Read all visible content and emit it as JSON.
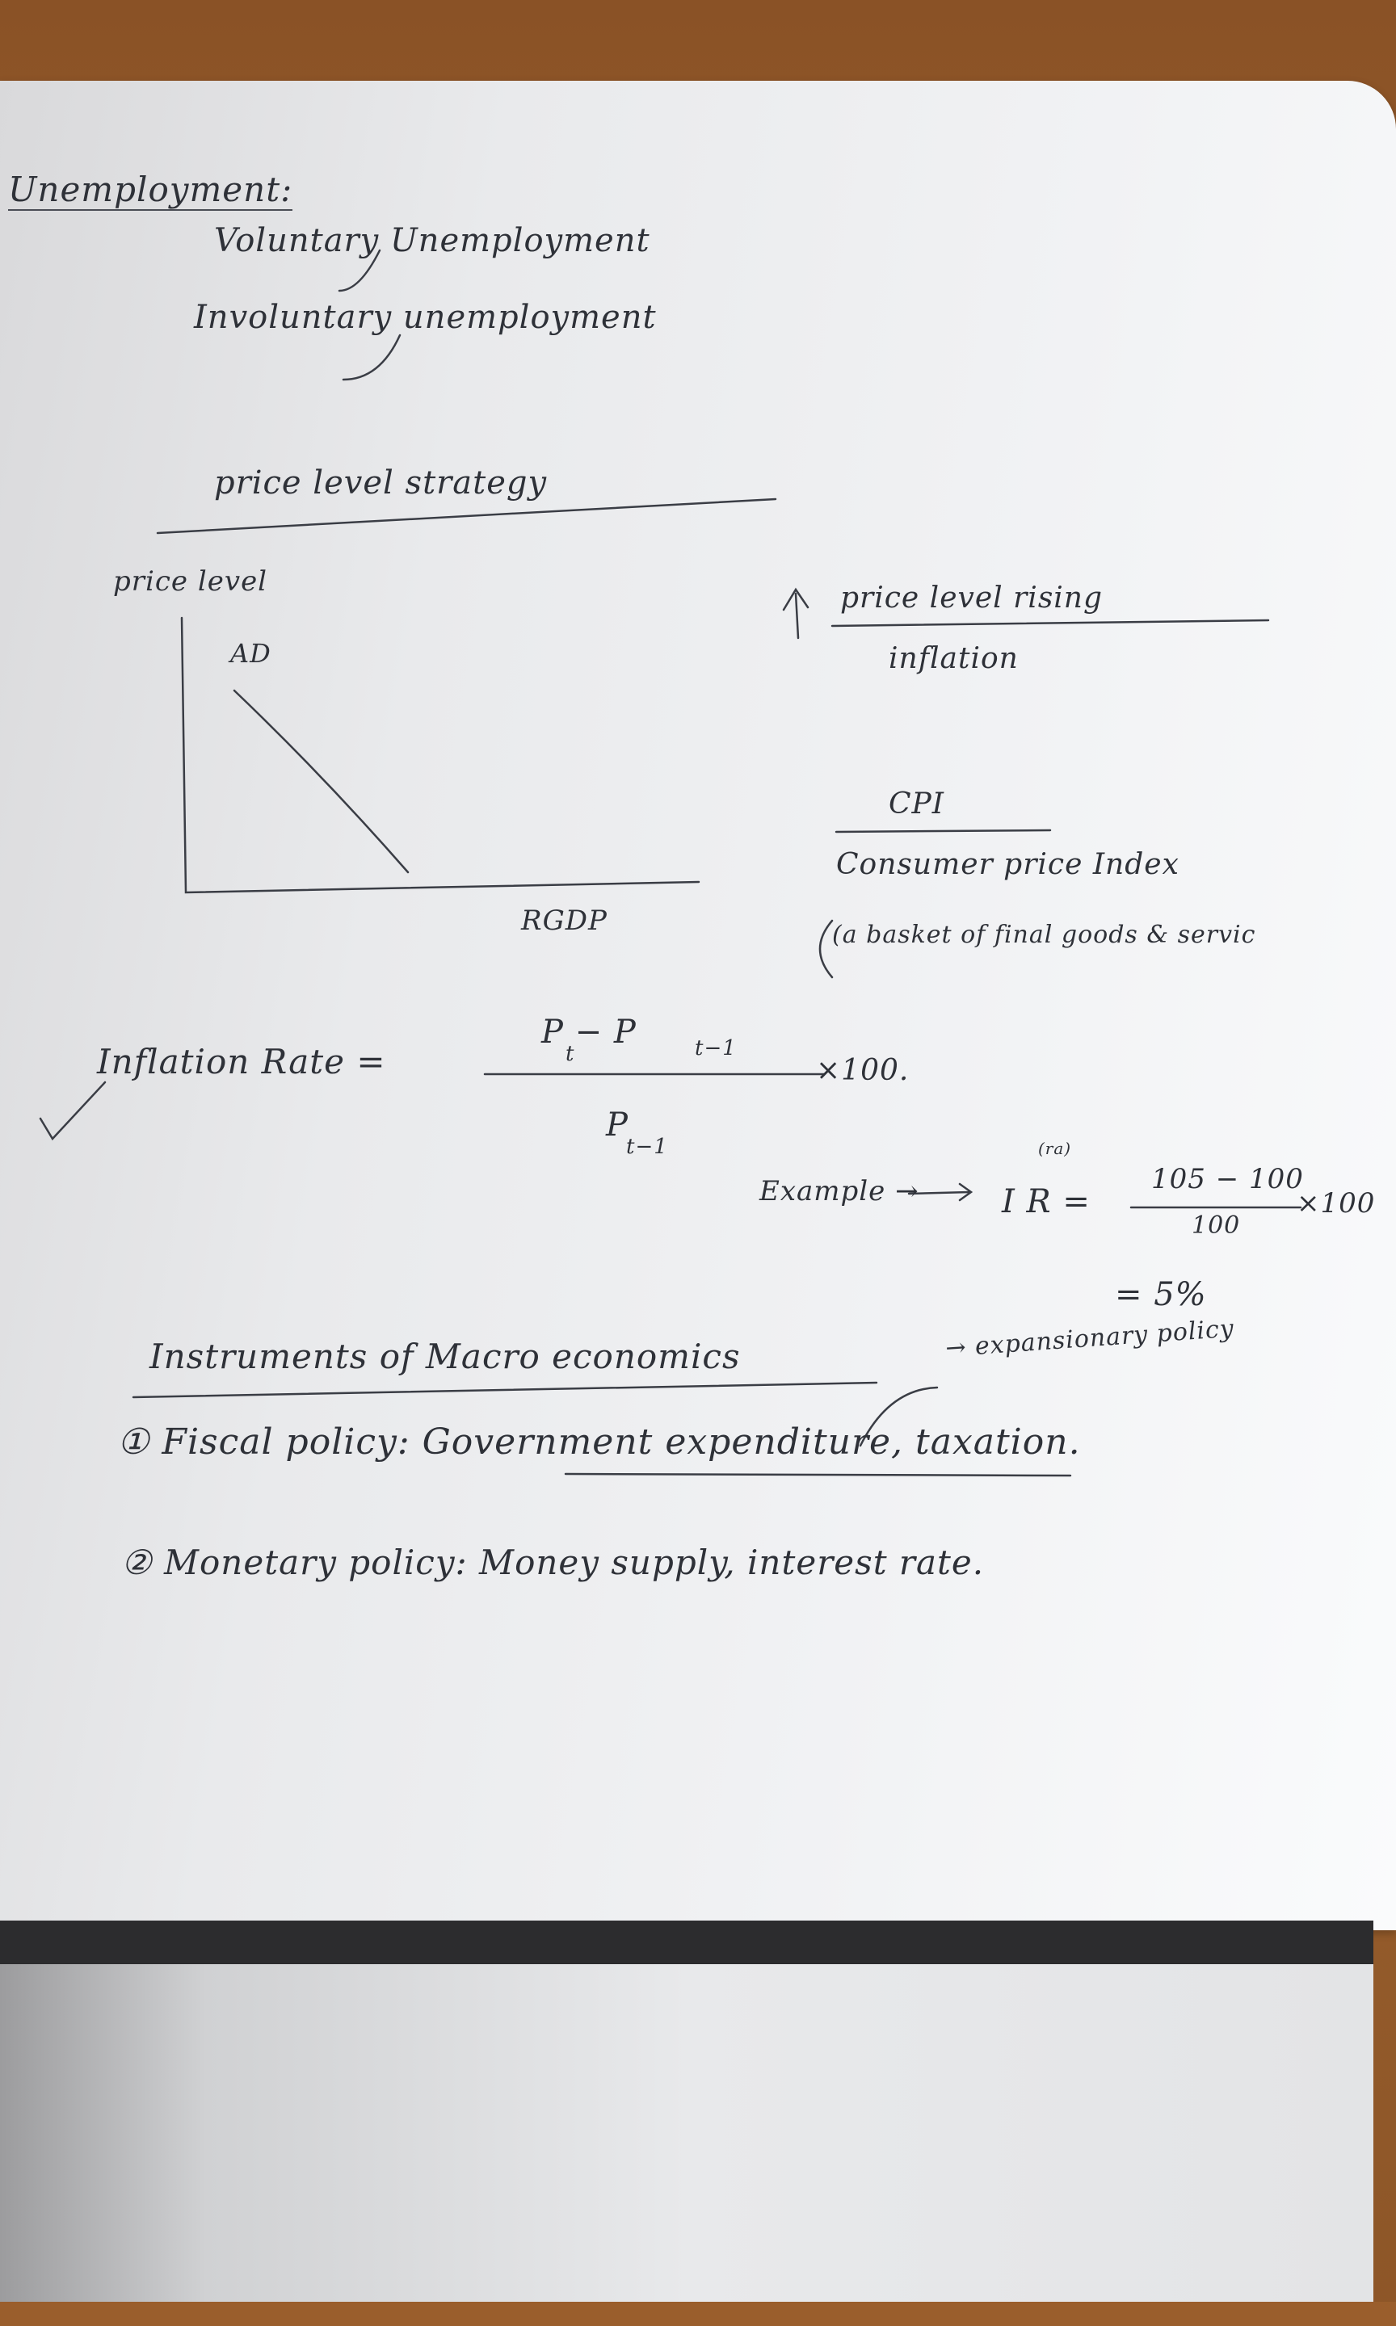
{
  "notes": {
    "unemployment_heading": "Unemployment:",
    "voluntary": "Voluntary Unemployment",
    "involuntary": "Involuntary unemployment",
    "section_title": "price level strategy",
    "graph": {
      "y_label": "price level",
      "curve_label": "AD",
      "x_label": "RGDP"
    },
    "arrow_note_line1": "price level rising",
    "arrow_note_line2": "inflation",
    "cpi_title": "CPI",
    "cpi_full": "Consumer price Index",
    "cpi_basket": "(a basket of final goods & servic",
    "formula": {
      "label": "Inflation Rate =",
      "numerator": "P  −  P",
      "num_sub1": "t",
      "num_sub2": "t−1",
      "denominator": "P",
      "den_sub": "t−1",
      "multiplier": "×100."
    },
    "example": {
      "label": "Example →",
      "lhs": "I R =",
      "tag": "(ra)",
      "numerator": "105 − 100",
      "denominator": "100",
      "multiplier": "×100",
      "result": "= 5%"
    },
    "instruments_title": "Instruments of Macro economics",
    "expansionary_note": "→ expansionary policy",
    "fiscal": "① Fiscal policy: Government expenditure, taxation.",
    "monetary": "② Monetary policy: Money supply, interest rate."
  }
}
